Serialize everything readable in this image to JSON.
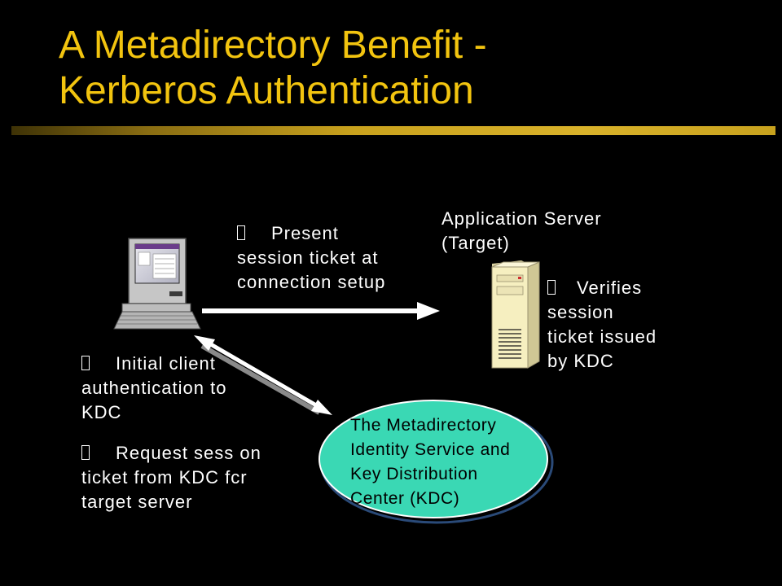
{
  "title": {
    "line1": "A Metadirectory Benefit -",
    "line2": "Kerberos Authentication"
  },
  "server": {
    "title_line1": "Application Server",
    "title_line2": "(Target)"
  },
  "labels": {
    "present": [
      "Present",
      "session ticket at",
      "connection setup"
    ],
    "verifies": [
      "Verifies",
      "session",
      "ticket issued",
      "by KDC"
    ],
    "initial": [
      "Initial client",
      "authentication to",
      "KDC"
    ],
    "request": [
      "Request sess on",
      "ticket from KDC fcr",
      "target server"
    ]
  },
  "kdc": {
    "lines": [
      "The Metadirectory",
      "Identity Service and",
      "Key Distribution",
      "Center (KDC)"
    ]
  },
  "colors": {
    "title": "#f2c40f",
    "kdc_fill": "#3ad8b4",
    "server_body": "#f6efc0",
    "arrow": "#ffffff"
  },
  "icons": {
    "client": "desktop-computer-icon",
    "server": "tower-server-icon"
  }
}
